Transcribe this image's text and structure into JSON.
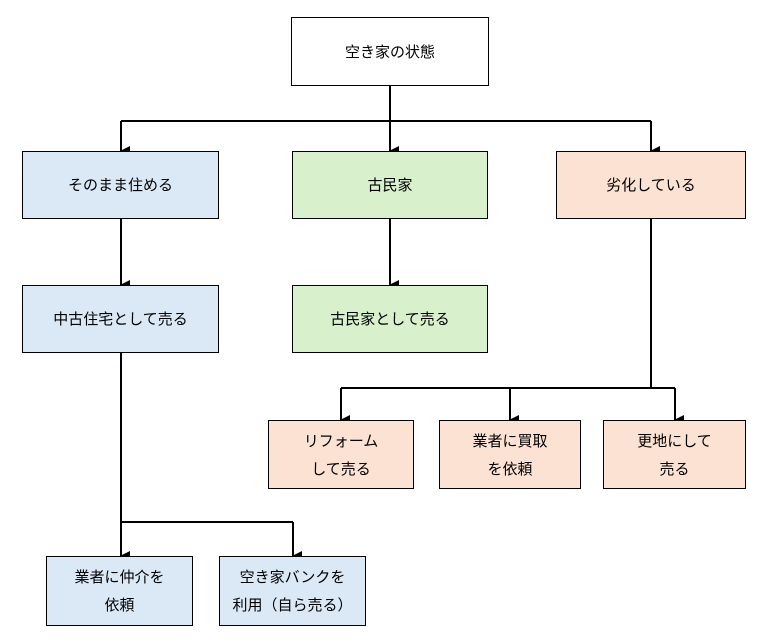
{
  "colors": {
    "root": "#ffffff",
    "blue": "#dbe8f6",
    "green": "#d8f0cc",
    "orange": "#fce2d3",
    "line": "#000000"
  },
  "nodes": {
    "root": {
      "text": "空き家の状態"
    },
    "live_as_is": {
      "text": "そのまま住める"
    },
    "kominka": {
      "text": "古民家"
    },
    "deteriorated": {
      "text": "劣化している"
    },
    "sell_used_house": {
      "text": "中古住宅として売る"
    },
    "sell_kominka": {
      "text": "古民家として売る"
    },
    "reform_sell": {
      "line1": "リフォーム",
      "line2": "して売る"
    },
    "dealer_buyout": {
      "line1": "業者に買取",
      "line2": "を依頼"
    },
    "vacant_lot_sell": {
      "line1": "更地にして",
      "line2": "売る"
    },
    "broker_request": {
      "line1": "業者に仲介を",
      "line2": "依頼"
    },
    "akiya_bank": {
      "line1": "空き家バンクを",
      "line2": "利用（自ら売る）"
    }
  }
}
